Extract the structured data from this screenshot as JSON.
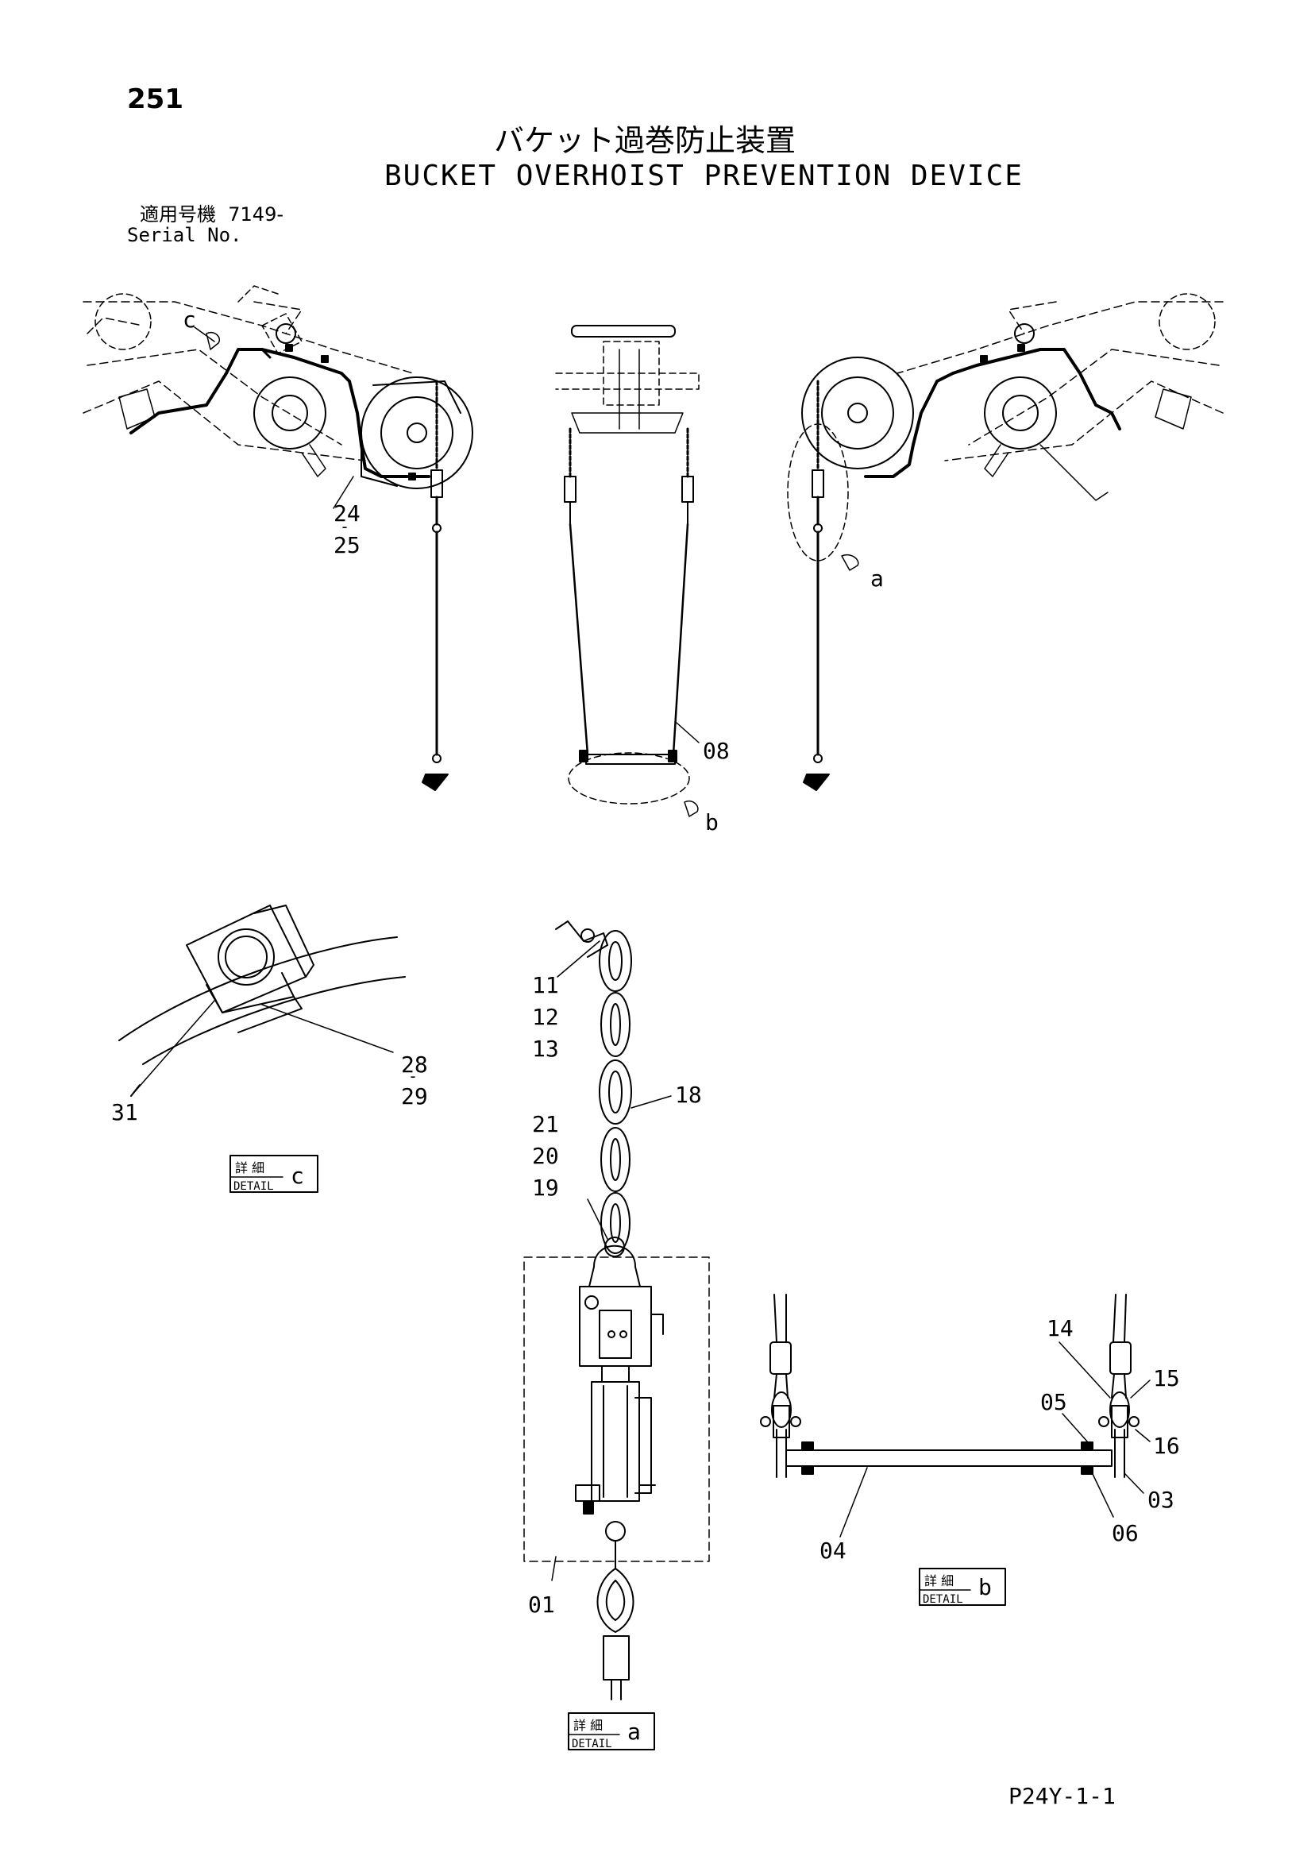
{
  "header": {
    "page_number": "251",
    "title_jp": "バケット過巻防止装置",
    "title_en": "BUCKET OVERHOIST PREVENTION DEVICE",
    "serial_label_jp": "適用号機",
    "serial_value": "7149-",
    "serial_label_en": "Serial No."
  },
  "callouts": {
    "c": "c",
    "a": "a",
    "b": "b",
    "p24": "24",
    "p25": "25",
    "p08": "08",
    "p11": "11",
    "p12": "12",
    "p13": "13",
    "p18": "18",
    "p21": "21",
    "p20": "20",
    "p19": "19",
    "p01": "01",
    "p31": "31",
    "p28": "28",
    "p29": "29",
    "p14": "14",
    "p15": "15",
    "p05": "05",
    "p16": "16",
    "p03": "03",
    "p04": "04",
    "p06": "06"
  },
  "details": {
    "label_jp": "詳 細",
    "label_en": "DETAIL",
    "c": "c",
    "b": "b",
    "a": "a"
  },
  "footer": {
    "code": "P24Y-1-1"
  }
}
